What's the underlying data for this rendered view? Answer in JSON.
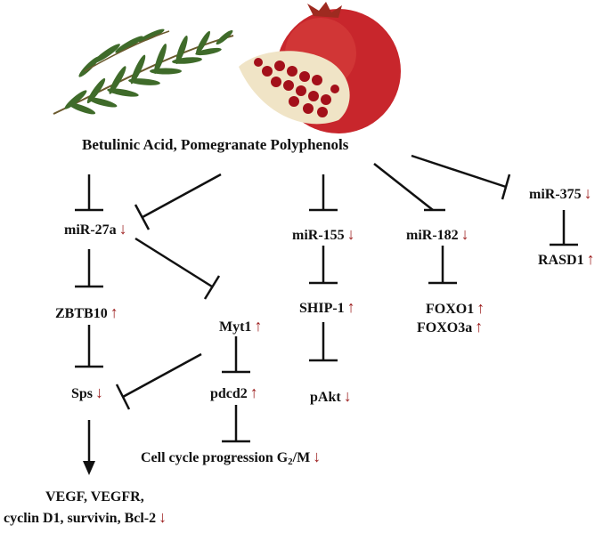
{
  "colors": {
    "text": "#111111",
    "down_arrow": "#9b1b1b",
    "up_arrow": "#9b1b1b",
    "line": "#111111"
  },
  "icons": {
    "down": "↓",
    "up": "↑",
    "images": [
      "rosemary-sprig-icon",
      "pomegranate-icon"
    ]
  },
  "title": "Betulinic Acid, Pomegranate Polyphenols",
  "nodes": {
    "mir27a": {
      "label": "miR-27a",
      "change": "↓"
    },
    "mir155": {
      "label": "miR-155",
      "change": "↓"
    },
    "mir182": {
      "label": "miR-182",
      "change": "↓"
    },
    "mir375": {
      "label": "miR-375",
      "change": "↓"
    },
    "rasd1": {
      "label": "RASD1",
      "change": "↑"
    },
    "zbtb10": {
      "label": "ZBTB10",
      "change": "↑"
    },
    "myt1": {
      "label": "Myt1",
      "change": "↑"
    },
    "ship1": {
      "label": "SHIP-1",
      "change": "↑"
    },
    "foxo1": {
      "label": "FOXO1",
      "change": "↑"
    },
    "foxo3a": {
      "label": "FOXO3a",
      "change": "↑"
    },
    "sps": {
      "label": "Sps",
      "change": "↓"
    },
    "pdcd2": {
      "label": "pdcd2",
      "change": "↑"
    },
    "pakt": {
      "label": "pAkt",
      "change": "↓"
    },
    "cellcycle": {
      "label_main": "Cell cycle progression G",
      "label_sub": "2",
      "label_end": "/M",
      "change": "↓"
    },
    "targets_line1": {
      "label": "VEGF, VEGFR,"
    },
    "targets_line2": {
      "label": "cyclin D1, survivin, Bcl-2",
      "change": "↓"
    }
  }
}
